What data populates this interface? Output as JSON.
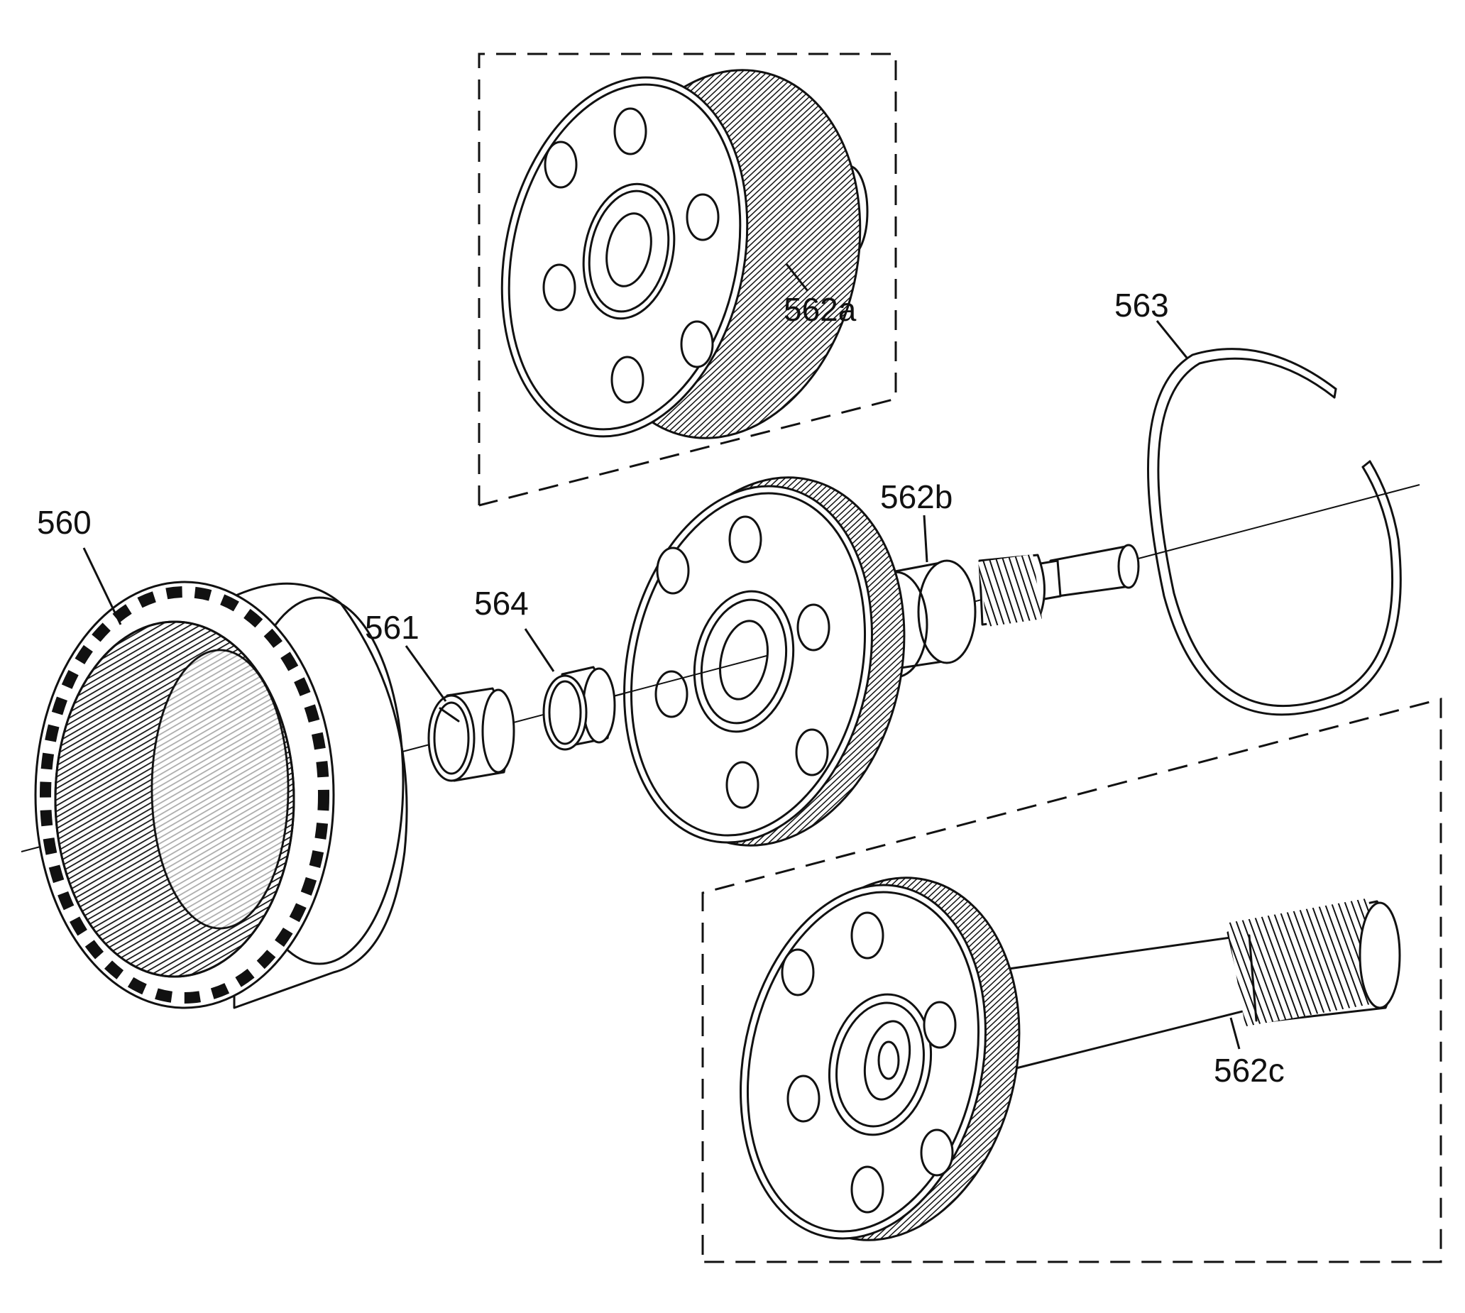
{
  "labels": {
    "ring_gear": "560",
    "bushing_561": "561",
    "bushing_564": "564",
    "carrier_a": "562a",
    "carrier_b": "562b",
    "carrier_c": "562c",
    "snap_ring": "563"
  }
}
